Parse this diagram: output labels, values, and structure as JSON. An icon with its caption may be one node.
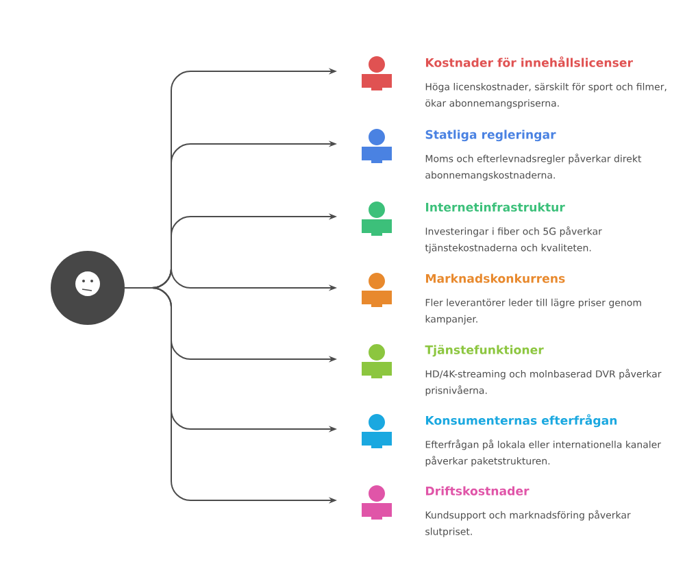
{
  "diagram": {
    "nodes": [
      {
        "text": [],
        "shape": "circle"
      },
      {
        "text": [
          "Kostnader för innehållslicenser",
          "Höga licenskostnader, särskilt för sport och filmer, ökar abonnemangspriserna."
        ]
      },
      {
        "text": [
          "Statliga regleringar",
          "Moms och efterlevnadsregler påverkar direkt abonnemangskostnaderna."
        ]
      },
      {
        "text": [
          "Internetinfrastruktur",
          "Investeringar i fiber och 5G påverkar tjänstekostnaderna och kvaliteten."
        ]
      },
      {
        "text": [
          "Marknadskonkurrens",
          "Fler leverantörer leder till lägre priser genom kampanjer."
        ]
      },
      {
        "text": [
          "Tjänstefunktioner",
          "HD/4K-streaming och molnbaserad DVR påverkar prisnivåerna."
        ]
      },
      {
        "text": [
          "Konsumenternas efterfrågan",
          "Efterfrågan på lokala eller internationella kanaler påverkar paketstrukturen."
        ]
      },
      {
        "text": [
          "Driftskostnader",
          "Kundsupport och marknadsföring påverkar slutpriset."
        ]
      }
    ],
    "edges": [
      {
        "from": 0,
        "to": 1,
        "arrow": "to"
      },
      {
        "from": 0,
        "to": 2,
        "arrow": "to"
      },
      {
        "from": 0,
        "to": 3,
        "arrow": "to"
      },
      {
        "from": 0,
        "to": 4,
        "arrow": "to"
      },
      {
        "from": 0,
        "to": 5,
        "arrow": "to"
      },
      {
        "from": 0,
        "to": 6,
        "arrow": "to"
      },
      {
        "from": 0,
        "to": 7,
        "arrow": "to"
      }
    ]
  }
}
